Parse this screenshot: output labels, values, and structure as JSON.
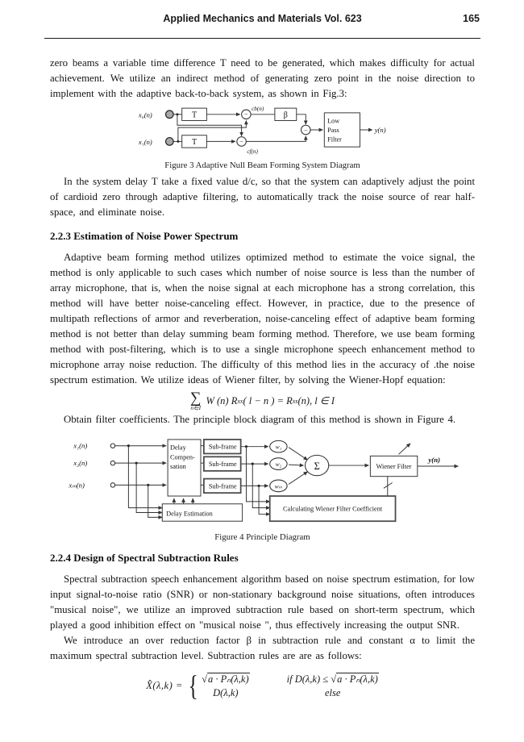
{
  "header": {
    "journal": "Applied Mechanics and Materials Vol. 623",
    "page_number": "165"
  },
  "paragraphs": {
    "p1": "zero beams a variable time difference T need to be generated, which makes difficulty for actual achievement. We utilize an indirect method of generating zero point in the noise direction to implement with the adaptive back-to-back system, as shown in Fig.3:",
    "p2": "In the system delay T take a fixed value d/c, so that the system can adaptively adjust the point of cardioid zero through adaptive filtering, to automatically track the noise source of rear half-space, and eliminate noise.",
    "p3": "Adaptive beam forming method utilizes optimized method to estimate the voice signal, the method is only applicable to such cases which number of noise source is less than the number of array microphone, that is, when the noise signal at each microphone has a strong correlation, this method will have better noise-canceling effect. However, in practice, due to the presence of multipath reflections of armor and reverberation, noise-canceling effect of adaptive beam forming method is not better than delay summing beam forming method. Therefore, we use beam forming method with post-filtering, which is to use a single microphone speech enhancement method to microphone array noise reduction. The difficulty of this method lies in the accuracy of .the noise spectrum estimation. We utilize ideas of Wiener filter, by solving the Wiener-Hopf equation:",
    "p4": "Obtain filter coefficients. The principle block diagram of this method is shown in Figure 4.",
    "p5": "Spectral subtraction speech enhancement algorithm based on noise spectrum estimation, for low input signal-to-noise ratio (SNR) or non-stationary background noise situations, often introduces \"musical noise\", we utilize an improved subtraction rule based on short-term spectrum, which played a good inhibition effect on \"musical noise \", thus effectively increasing the output SNR.",
    "p6": "We introduce an over reduction factor β in subtraction rule and constant α to limit the maximum spectral subtraction level. Subtraction rules are are as follows:"
  },
  "headings": {
    "s223": "2.2.3 Estimation of Noise Power Spectrum",
    "s224": "2.2.4 Design of Spectral Subtraction Rules"
  },
  "captions": {
    "fig3": "Figure 3 Adaptive Null Beam Forming System Diagram",
    "fig4": "Figure 4 Principle Diagram"
  },
  "eq1": {
    "sum": "∑",
    "sum_sub": "n∈I",
    "t1": "W (n) R",
    "s1": "xx",
    "t2": "( l − n ) = R",
    "s2": "xs",
    "t3": "(n), l ∈ I"
  },
  "eq2": {
    "lhs": "X̂(λ,k) =",
    "sqrt_sign": "√",
    "radicand": "a · Pₙ(λ,k)",
    "row2": "D(λ,k)",
    "cond_if": "if  D(λ,k) ≤",
    "cond_else": "else"
  },
  "fig3": {
    "x0": "x₀(n)",
    "x1": "x₁(n)",
    "t1": "T",
    "t2": "T",
    "cb": "cb(n)",
    "cf": "cf(n)",
    "beta": "β",
    "minus1": "−",
    "minus2": "−",
    "minus3": "−",
    "lpf1": "Low",
    "lpf2": "Pass",
    "lpf3": "Filter",
    "y": "y(n)"
  },
  "fig4": {
    "x1": "x₁(n)",
    "x2": "x₂(n)",
    "xm": "xₘ(n)",
    "dc1": "Delay",
    "dc2": "Compen-",
    "dc3": "sation",
    "sf": "Sub-frame",
    "de": "Delay Estimation",
    "w1": "w₁",
    "w2": "w₂",
    "wm": "wₘ",
    "sigma": "Σ",
    "wf": "Wiener Filter",
    "calc": "Calculating Wiener Filter Coefficient",
    "y": "y(n)"
  }
}
